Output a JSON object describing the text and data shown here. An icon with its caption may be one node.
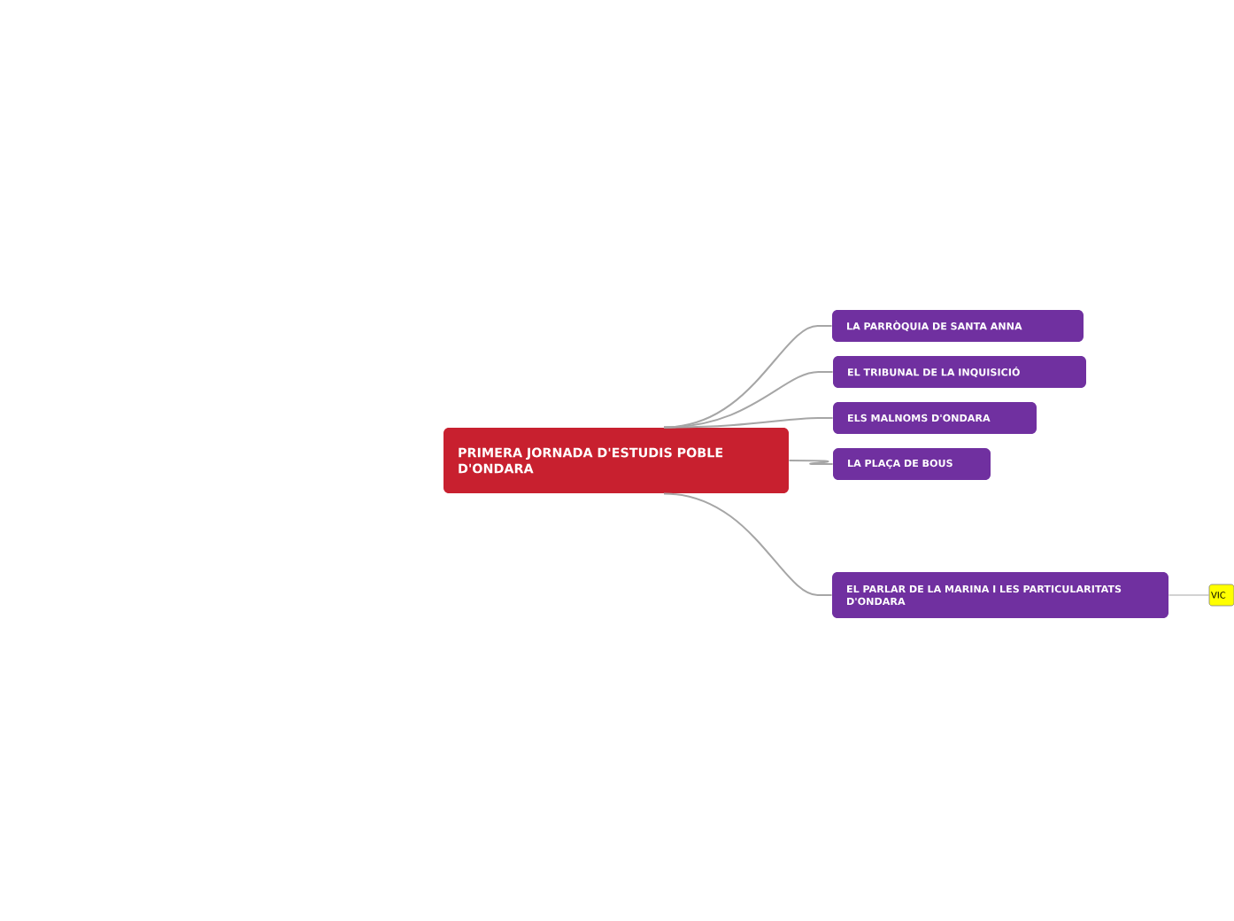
{
  "diagram": {
    "nodes": [
      {
        "text": [
          "PRIMERA JORNADA D'ESTUDIS POBLE D'ONDARA"
        ]
      },
      {
        "text": [
          "LA PARRÒQUIA DE SANTA ANNA"
        ]
      },
      {
        "text": [
          "EL TRIBUNAL DE LA INQUISICIÓ"
        ]
      },
      {
        "text": [
          "ELS MALNOMS D'ONDARA"
        ]
      },
      {
        "text": [
          "LA PLAÇA DE BOUS"
        ]
      },
      {
        "text": [
          "EL PARLAR DE LA MARINA I LES PARTICULARITATS D'ONDARA"
        ]
      },
      {
        "text": [
          "VIC"
        ]
      }
    ],
    "edges": [
      {
        "from": 0,
        "to": 1,
        "arrow": "none"
      },
      {
        "from": 0,
        "to": 2,
        "arrow": "none"
      },
      {
        "from": 0,
        "to": 3,
        "arrow": "none"
      },
      {
        "from": 0,
        "to": 4,
        "arrow": "none"
      },
      {
        "from": 0,
        "to": 5,
        "arrow": "none"
      },
      {
        "from": 5,
        "to": 6,
        "arrow": "none"
      }
    ]
  }
}
